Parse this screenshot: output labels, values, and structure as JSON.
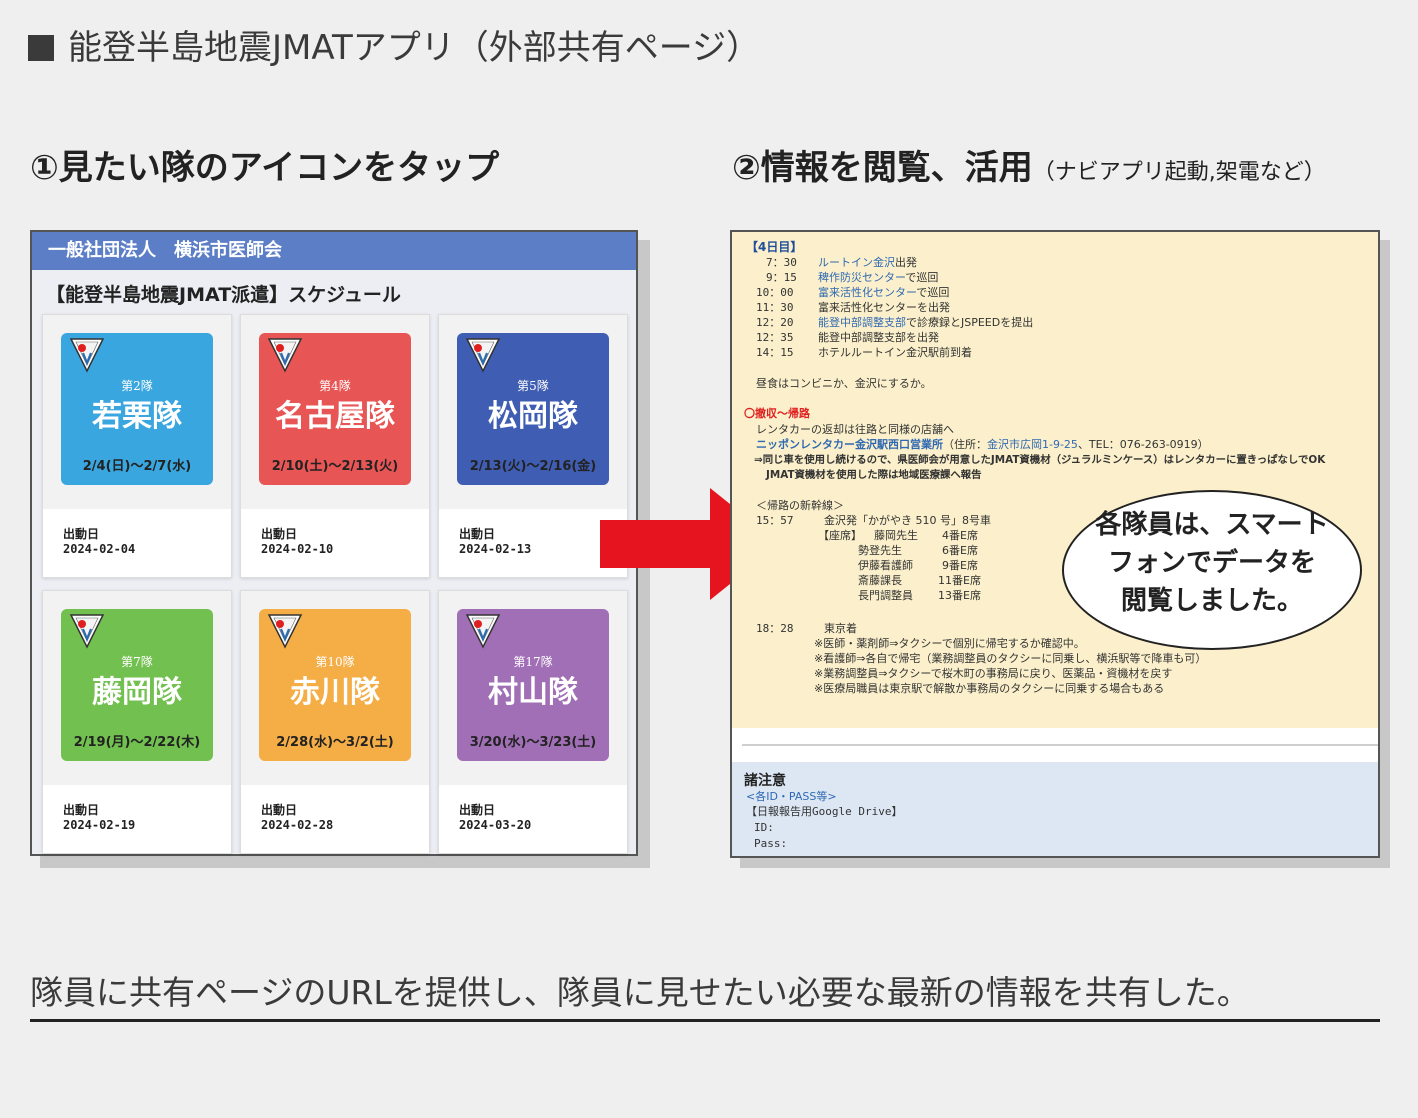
{
  "page": {
    "title": "能登半島地震JMATアプリ（外部共有ページ）",
    "step1": "①見たい隊のアイコンをタップ",
    "step2_main": "②情報を閲覧、活用",
    "step2_sub": "（ナビアプリ起動,架電など）",
    "footer": "隊員に共有ページのURLを提供し、隊員に見せたい必要な最新の情報を共有した。"
  },
  "left": {
    "org": "一般社団法人　横浜市医師会",
    "schedule_title": "【能登半島地震JMAT派遣】スケジュール",
    "cards": [
      {
        "num": "第2隊",
        "name": "若栗隊",
        "date": "2/4(日)～2/7(水)",
        "label": "出動日",
        "dispatch": "2024-02-04",
        "color": "#3aa6df"
      },
      {
        "num": "第4隊",
        "name": "名古屋隊",
        "date": "2/10(土)～2/13(火)",
        "label": "出動日",
        "dispatch": "2024-02-10",
        "color": "#e85555"
      },
      {
        "num": "第5隊",
        "name": "松岡隊",
        "date": "2/13(火)～2/16(金)",
        "label": "出動日",
        "dispatch": "2024-02-13",
        "color": "#3f5db2"
      },
      {
        "num": "第7隊",
        "name": "藤岡隊",
        "date": "2/19(月)～2/22(木)",
        "label": "出動日",
        "dispatch": "2024-02-19",
        "color": "#72c04f"
      },
      {
        "num": "第10隊",
        "name": "赤川隊",
        "date": "2/28(水)～3/2(土)",
        "label": "出動日",
        "dispatch": "2024-02-28",
        "color": "#f5ad46"
      },
      {
        "num": "第17隊",
        "name": "村山隊",
        "date": "3/20(水)～3/23(土)",
        "label": "出動日",
        "dispatch": "2024-03-20",
        "color": "#a16fb6"
      }
    ]
  },
  "right": {
    "day4": "【4日目】",
    "times": [
      "7：30",
      "9：15",
      "10：00",
      "11：30",
      "12：20",
      "12：35",
      "14：15"
    ],
    "r1_link": "ルートイン金沢",
    "r1_rest": "出発",
    "r2_link": "稗作防災センター",
    "r2_rest": "で巡回",
    "r3_link": "富来活性化センター",
    "r3_rest": "で巡回",
    "r4": "富来活性化センターを出発",
    "r5_link": "能登中部調整支部",
    "r5_rest": "で診療録とJSPEEDを提出",
    "r6": "能登中部調整支部を出発",
    "r7": "ホテルルートイン金沢駅前到着",
    "lunch": "昼食はコンビニか、金沢にするか。",
    "withdraw": "〇撤収～帰路",
    "rental": "レンタカーの返却は往路と同様の店舗へ",
    "rental_shop": "ニッポンレンタカー金沢駅西口営業所",
    "addr_pre": "（住所：",
    "addr_link": "金沢市広岡1-9-25",
    "addr_tel": "、TEL：076-263-0919）",
    "note1": "⇒同じ車を使用し続けるので、県医師会が用意したJMAT資機材（ジュラルミンケース）はレンタカーに置きっぱなしでOK",
    "note2": "JMAT資機材を使用した際は地域医療課へ報告",
    "return_title": "＜帰路の新幹線＞",
    "train_time": "15：57",
    "train_info": "金沢発「かがやき 510 号」8号車",
    "seat_label": "【座席】",
    "seats": [
      {
        "name": "藤岡先生",
        "seat": "4番E席"
      },
      {
        "name": "勢登先生",
        "seat": "6番E席"
      },
      {
        "name": "伊藤看護師",
        "seat": "9番E席"
      },
      {
        "name": "斎藤課長",
        "seat": "11番E席"
      },
      {
        "name": "長門調整員",
        "seat": "13番E席"
      }
    ],
    "arrive_time": "18：28",
    "arrive": "東京着",
    "after": [
      "※医師・薬剤師⇒タクシーで個別に帰宅するか確認中。",
      "※看護師⇒各自で帰宅（業務調整員のタクシーに同乗し、横浜駅等で降車も可）",
      "※業務調整員⇒タクシーで桜木町の事務局に戻り、医薬品・資機材を戻す",
      "※医療局職員は東京駅で解散か事務局のタクシーに同乗する場合もある"
    ],
    "notes_title": "諸注意",
    "ids_link": "<各ID・PASS等>",
    "drive": "【日報報告用Google Drive】",
    "id_label": "ID:",
    "pass_label": "Pass:"
  },
  "bubble": {
    "l1": "各隊員は、スマート",
    "l2": "フォンでデータを",
    "l3": "閲覧しました。"
  },
  "icons": {
    "badge": "jmat-badge-icon",
    "arrow": "right-arrow-icon"
  },
  "colors": {
    "arrow": "#e5141e",
    "header_bar": "#5b7ec6",
    "schedule_bg": "#fbf0cb",
    "notes_bg": "#dce7f3"
  }
}
